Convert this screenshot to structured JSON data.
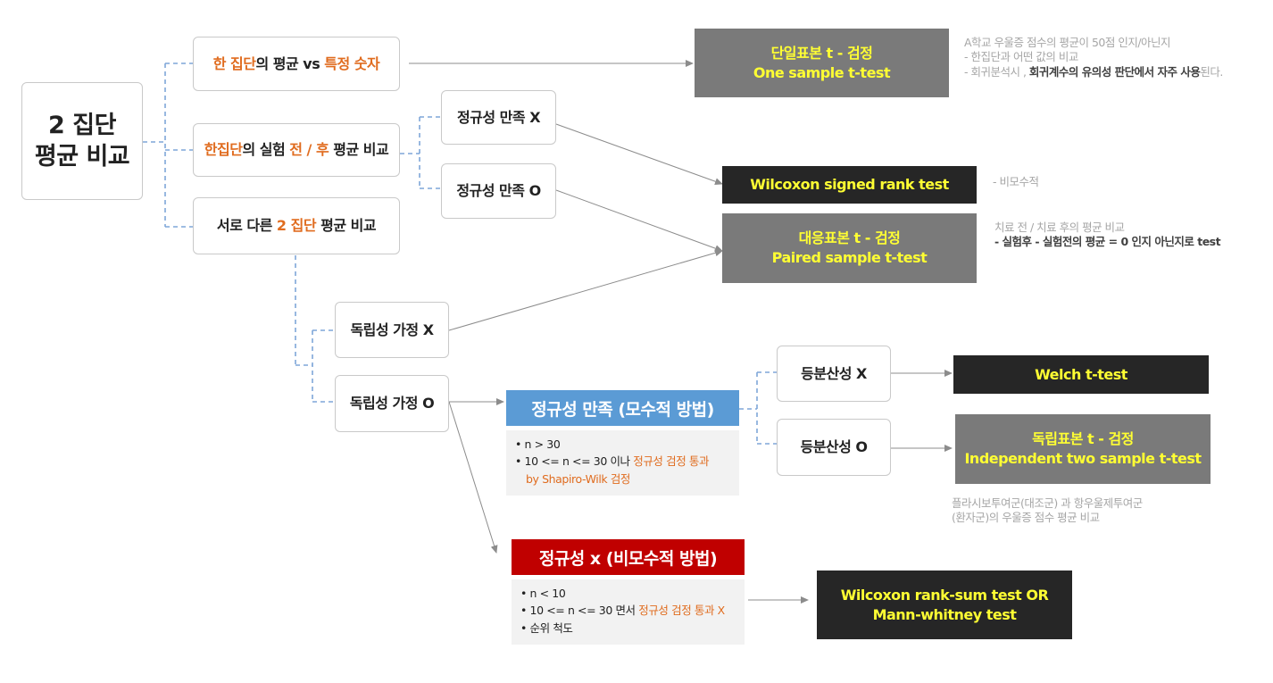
{
  "root": {
    "line1": "2 집단",
    "line2": "평균 비교"
  },
  "level1": {
    "one_vs_value": {
      "a": "한 집단",
      "b": "의 평균 vs ",
      "c": "특정 숫자"
    },
    "before_after": {
      "a": "한집단",
      "b": "의 실험 ",
      "c": "전 / 후",
      "d": " 평균 비교"
    },
    "two_groups": {
      "a": "서로 다른 ",
      "b": "2 집단",
      "c": " 평균 비교"
    }
  },
  "normality": {
    "no": "정규성 만족 X",
    "yes": "정규성 만족 O"
  },
  "independence": {
    "no": "독립성 가정 X",
    "yes": "독립성 가정 O"
  },
  "variance": {
    "no": "등분산성 X",
    "yes": "등분산성 O"
  },
  "tests": {
    "one_sample": {
      "ko": "단일표본 t - 검정",
      "en": "One sample t-test"
    },
    "wilcoxon_signed": {
      "label": "Wilcoxon signed rank test"
    },
    "paired": {
      "ko": "대응표본 t - 검정",
      "en": "Paired sample t-test"
    },
    "welch": {
      "label": "Welch t-test"
    },
    "independent": {
      "ko": "독립표본 t - 검정",
      "en": "Independent  two sample t-test"
    },
    "rank_sum": {
      "l1": "Wilcoxon rank-sum test   OR",
      "l2": "Mann-whitney test"
    }
  },
  "param_panel": {
    "title": "정규성 만족 (모수적 방법)",
    "b1": "n > 30",
    "b2a": "10 <= n <= 30 이나 ",
    "b2b": "정규성 검정 통과",
    "b3": "by Shapiro-Wilk 검정"
  },
  "nonparam_panel": {
    "title": "정규성 x (비모수적 방법)",
    "b1": "n < 10",
    "b2a": "10 <= n <= 30 면서 ",
    "b2b": "정규성 검정 통과 X",
    "b3": "순위 척도"
  },
  "notes": {
    "one_sample": {
      "l1": "A학교 우울증 점수의  평균이  50점 인지/아닌지",
      "l2": " - 한집단과 어떤 값의 비교",
      "l3a": " - 회귀분석시 , ",
      "l3b": "회귀계수의 유의성 판단에서 자주 사용",
      "l3c": "된다."
    },
    "nonparametric": "- 비모수적",
    "paired": {
      "l1": "치료 전 / 치료 후의 평균 비교",
      "l2": "- 실험후  - 실험전의  평균  = 0  인지 아닌지로 test"
    },
    "independent": {
      "l1": "플라시보투여군(대조군) 과 항우울제투여군",
      "l2": "(환자군)의  우울증 점수 평균 비교"
    }
  },
  "colors": {
    "dashed": "#7fa6d8",
    "arrow": "#8c8c8c",
    "yellow": "#ffff33",
    "orange": "#e06c1f"
  }
}
